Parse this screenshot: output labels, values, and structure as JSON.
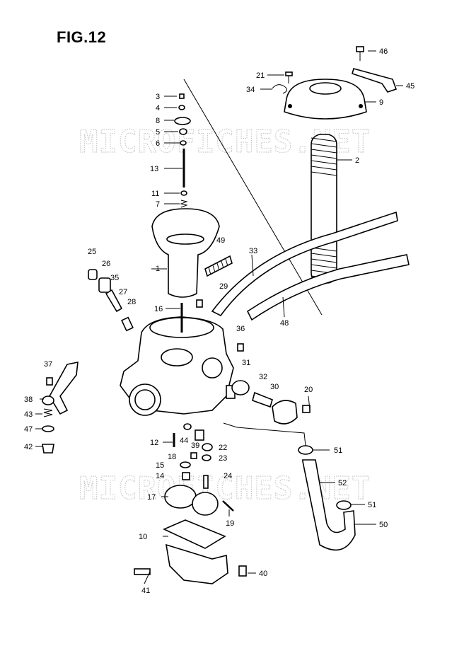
{
  "figure": {
    "title": "FIG.12"
  },
  "watermarks": [
    "MICROFICHES.NET",
    "MICROFICHES.NET"
  ],
  "callouts": {
    "c1": "1",
    "c2": "2",
    "c3": "3",
    "c4": "4",
    "c5": "5",
    "c6": "6",
    "c7": "7",
    "c8": "8",
    "c9": "9",
    "c10": "10",
    "c11": "11",
    "c12": "12",
    "c13": "13",
    "c14": "14",
    "c15": "15",
    "c16": "16",
    "c17": "17",
    "c18": "18",
    "c19": "19",
    "c20": "20",
    "c21": "21",
    "c22": "22",
    "c23": "23",
    "c24": "24",
    "c25": "25",
    "c26": "26",
    "c27": "27",
    "c28": "28",
    "c29": "29",
    "c30": "30",
    "c31": "31",
    "c32": "32",
    "c33": "33",
    "c34": "34",
    "c35": "35",
    "c36": "36",
    "c37": "37",
    "c38": "38",
    "c39": "39",
    "c40": "40",
    "c41": "41",
    "c42": "42",
    "c43": "43",
    "c44": "44",
    "c45": "45",
    "c46": "46",
    "c47": "47",
    "c48": "48",
    "c49": "49",
    "c50": "50",
    "c51a": "51",
    "c51b": "51",
    "c52": "52"
  }
}
